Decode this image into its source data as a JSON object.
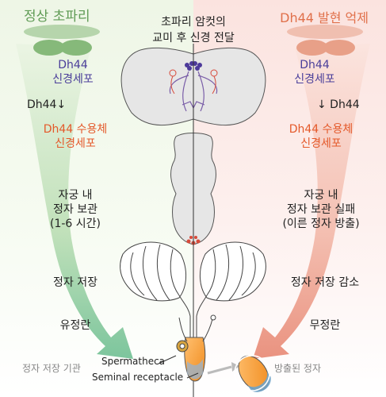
{
  "center": {
    "title_line1": "초파리 암컷의",
    "title_line2": "교미 후 신경 전달"
  },
  "left": {
    "title": "정상 초파리",
    "dh44": "Dh44",
    "neuron": "신경세포",
    "release": "Dh44↓",
    "receptor": "Dh44 수용체",
    "receptor_neuron": "신경세포",
    "storage_line1": "자궁 내",
    "storage_line2": "정자 보관",
    "storage_line3": "(1-6 시간)",
    "sperm_storage": "정자 저장",
    "ovulation": "유정란"
  },
  "right": {
    "title": "Dh44 발현 억제",
    "dh44": "Dh44",
    "neuron": "신경세포",
    "release": "↓ Dh44",
    "receptor": "Dh44 수용체",
    "receptor_neuron": "신경세포",
    "storage_line1": "자궁 내",
    "storage_line2": "정자 보관 실패",
    "storage_line3": "(이른 정자 방출)",
    "sperm_storage": "정자 저장 감소",
    "ovulation": "무정란"
  },
  "labels": {
    "storage_organ": "정자 저장 기관",
    "spermatheca": "Spermatheca",
    "seminal_receptacle": "Seminal receptacle",
    "released_sperm": "방출된 정자"
  },
  "colors": {
    "green_accent": "#5f9b55",
    "red_accent": "#e0704a",
    "neuron_blue": "#4a3e9a",
    "receptor_orange": "#e4592a"
  }
}
